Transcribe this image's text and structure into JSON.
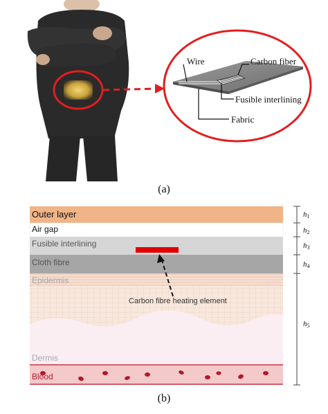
{
  "panel_a": {
    "caption": "(a)",
    "callout_labels": {
      "wire": "Wire",
      "carbon_fiber": "Carbon fiber",
      "fusible_interlining": "Fusible interlining",
      "fabric": "Fabric"
    }
  },
  "panel_b": {
    "caption": "(b)",
    "layers": [
      {
        "key": "outer",
        "label": "Outer layer",
        "color": "#f0b487"
      },
      {
        "key": "air",
        "label": "Air gap",
        "color": "#ffffff"
      },
      {
        "key": "fusible",
        "label": "Fusible interlining",
        "color": "#d6d6d6"
      },
      {
        "key": "cloth",
        "label": "Cloth fibre",
        "color": "#a6a6a6"
      },
      {
        "key": "epidermis",
        "label": "Epidermis",
        "color": "#f8e7dc"
      },
      {
        "key": "dermis",
        "label": "Dermis",
        "color": "#fbeef3"
      },
      {
        "key": "blood",
        "label": "Blood",
        "color": "#f4c9c9"
      }
    ],
    "heights": [
      {
        "symbol": "h",
        "sub": "1"
      },
      {
        "symbol": "h",
        "sub": "2"
      },
      {
        "symbol": "h",
        "sub": "3"
      },
      {
        "symbol": "h",
        "sub": "4"
      },
      {
        "symbol": "h",
        "sub": "5"
      }
    ],
    "heating_element_label": "Carbon fibre heating element",
    "heating_element_color": "#e00000"
  }
}
